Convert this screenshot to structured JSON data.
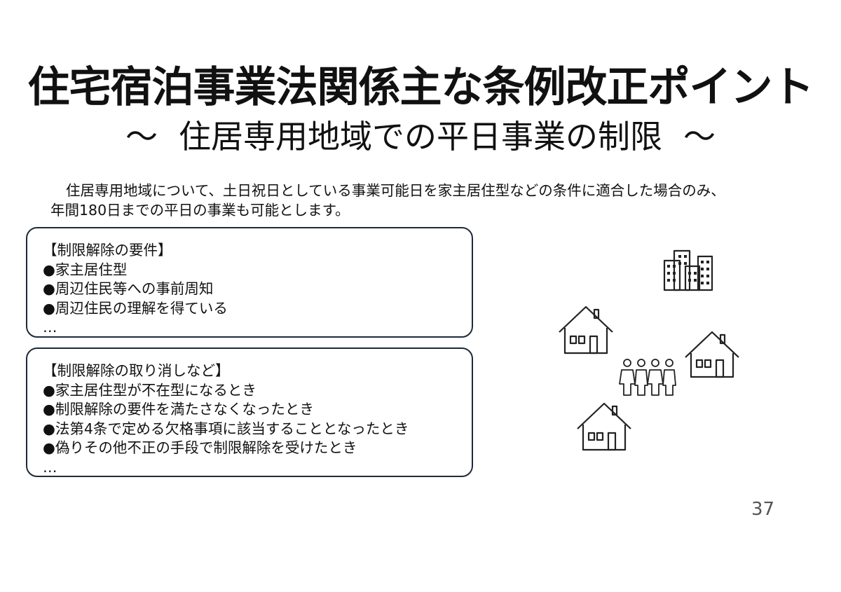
{
  "slide": {
    "title": "住宅宿泊事業法関係主な条例改正ポイント",
    "subtitle": {
      "tilde_left": "～",
      "text": "住居専用地域での平日事業の制限",
      "tilde_right": "～"
    },
    "intro": {
      "line1": "住居専用地域について、土日祝日としている事業可能日を家主居住型などの条件に適合した場合のみ、",
      "line2": "年間180日までの平日の事業も可能とします。"
    },
    "box1": {
      "heading": "【制限解除の要件】",
      "items": [
        "●家主居住型",
        "●周辺住民等への事前周知",
        "●周辺住民の理解を得ている"
      ],
      "ellipsis": "…"
    },
    "box2": {
      "heading": "【制限解除の取り消しなど】",
      "items": [
        "●家主居住型が不在型になるとき",
        "●制限解除の要件を満たさなくなったとき",
        "●法第4条で定める欠格事項に該当することとなったとき",
        "●偽りその他不正の手段で制限解除を受けたとき"
      ],
      "ellipsis": "…"
    },
    "page_number": "37"
  },
  "illustration": {
    "icons": [
      "buildings-icon",
      "house-icon",
      "house-icon",
      "house-icon",
      "people-icon"
    ],
    "stroke_color": "#222222"
  }
}
